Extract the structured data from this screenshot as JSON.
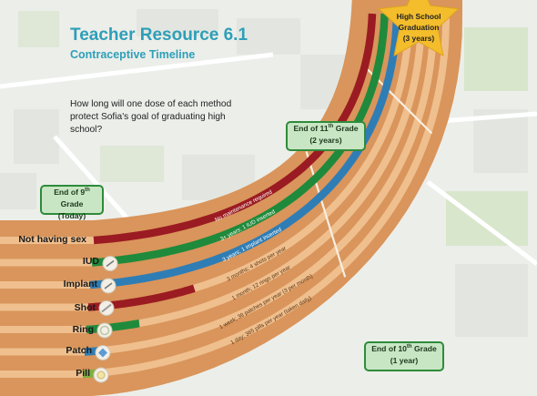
{
  "title": "Teacher Resource 6.1",
  "subtitle": "Contraceptive Timeline",
  "question": "How long will one dose of each method protect Sofia's goal of graduating high school?",
  "milestones": {
    "start": {
      "line1": "End of 9",
      "sup": "th",
      "line1b": " Grade",
      "line2": "(Today)"
    },
    "grade10": {
      "line1": "End of 10",
      "sup": "th",
      "line1b": " Grade",
      "line2": "(1 year)"
    },
    "grade11": {
      "line1": "End of 11",
      "sup": "th",
      "line1b": " Grade",
      "line2": "(2 years)"
    },
    "graduation": {
      "line1": "High School",
      "line2": "Graduation",
      "line3": "(3 years)"
    }
  },
  "methods": [
    {
      "name": "Not having sex",
      "text": "No maintenance required",
      "color": "#9b1b22",
      "years": 3
    },
    {
      "name": "IUD",
      "text": "3+ years; 1 IUD inserted",
      "color": "#1f8a3b",
      "years": 3
    },
    {
      "name": "Implant",
      "text": "3 years; 1 implant inserted",
      "color": "#2f7db5",
      "years": 3
    },
    {
      "name": "Shot",
      "text": "3 months; 4 shots per year",
      "color": "#9b1b22",
      "years": 0.25
    },
    {
      "name": "Ring",
      "text": "1 month; 12 rings per year",
      "color": "#1f8a3b",
      "years": 0.0833
    },
    {
      "name": "Patch",
      "text": "1 week; 39 patches per year (3 per month)",
      "color": "#2f7db5",
      "years": 0.0192
    },
    {
      "name": "Pill",
      "text": "1 day; 365 pills per year (taken daily)",
      "color": "#7fb040",
      "years": 0.0027
    }
  ],
  "colors": {
    "road": "#d9955b",
    "lane": "#efbf8e",
    "milestone_fill": "#c8e6c4",
    "milestone_border": "#2e8b3a",
    "star": "#f3bd2c",
    "accent": "#2d9fb8"
  }
}
